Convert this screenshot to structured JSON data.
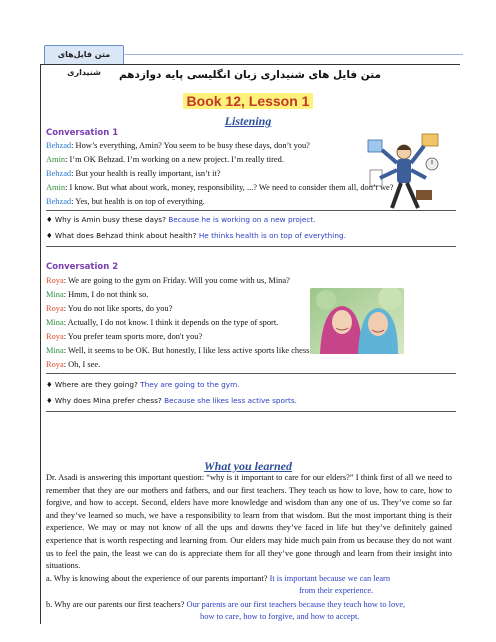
{
  "header": {
    "tab_label": "متن فایل‌های شنیداری",
    "fa_title": "متن فایل های شنیداری زبان انگلیسی پایه دوازدهم",
    "book_title": "Book 12, Lesson 1",
    "section": "Listening"
  },
  "conversation1": {
    "heading": "Conversation 1",
    "lines": [
      {
        "speaker": "Behzad",
        "text": "How’s everything, Amin? You seem to be busy these days, don’t you?"
      },
      {
        "speaker": "Amin",
        "text": "I’m OK Behzad. I’m working on a new project. I’m really tired."
      },
      {
        "speaker": "Behzad",
        "text": "But your health is really important, isn’t it?"
      },
      {
        "speaker": "Amin",
        "text": "I know. But what about work, money, responsibility, ...? We need to consider them all, don’t we?"
      },
      {
        "speaker": "Behzad",
        "text": "Yes, but health is on top of everything."
      }
    ],
    "questions": [
      {
        "q": "Why is Amin busy these days?",
        "a": "Because he is working on a new project."
      },
      {
        "q": "What does Behzad think about health?",
        "a": "He thinks health is on top of everything."
      }
    ]
  },
  "conversation2": {
    "heading": "Conversation 2",
    "lines": [
      {
        "speaker": "Roya",
        "text": "We are going to the gym on Friday. Will you come with us, Mina?"
      },
      {
        "speaker": "Mina",
        "text": "Hmm, I do not think so."
      },
      {
        "speaker": "Roya",
        "text": "You do not like sports, do you?"
      },
      {
        "speaker": "Mina",
        "text": "Actually, I do not know. I think it depends on the type of sport."
      },
      {
        "speaker": "Roya",
        "text": "You prefer team sports more, don't you?"
      },
      {
        "speaker": "Mina",
        "text": "Well, it seems to be OK. But honestly, I like less active sports like chess."
      },
      {
        "speaker": "Roya",
        "text": "Oh, I see."
      }
    ],
    "questions": [
      {
        "q": "Where are they going?",
        "a": "They are going to the gym."
      },
      {
        "q": "Why does Mina prefer chess?",
        "a": "Because she likes less active sports."
      }
    ]
  },
  "what_you_learned": {
    "heading": "What you learned",
    "paragraph": "Dr. Asadi is answering this important question: “why is it important to care for our elders?” I think first of all we need to remember that they are our mothers and fathers, and our first teachers. They teach us how to love, how to care, how to forgive, and how to accept. Second, elders have more knowledge and wisdom than any one of us. They’ve come so far and they’ve learned so much, we have a responsibility to learn from that wisdom. But the most important thing is their experience. We may or may not know of all the ups and downs they’ve faced in life but they’ve definitely gained experience that is worth respecting and learning from. Our elders may hide much pain from us because they do not want us to feel the pain, the least we can do is appreciate them for all they’ve gone through and learn from their insight into situations.",
    "qa": [
      {
        "q": "a. Why is knowing about the experience of our parents important?",
        "a1": "It is important because we can learn",
        "a2": "from their experience."
      },
      {
        "q": "b. Why are our parents our first teachers?",
        "a1": "Our parents are our first teachers because they teach how to love,",
        "a2": "how to care, how to forgive, and how to accept."
      }
    ]
  },
  "icons": [
    "busy-man-illustration",
    "two-girls-photo"
  ],
  "colors": {
    "book_title": "#c0392b",
    "highlight": "#fff27a",
    "section_heading": "#2e4f9a",
    "conversation_heading": "#7a3fb0",
    "answer": "#2a3fc2",
    "speaker_behzad": "#2a7bd0",
    "speaker_amin": "#2f8f3a",
    "speaker_roya": "#d84b2a"
  }
}
